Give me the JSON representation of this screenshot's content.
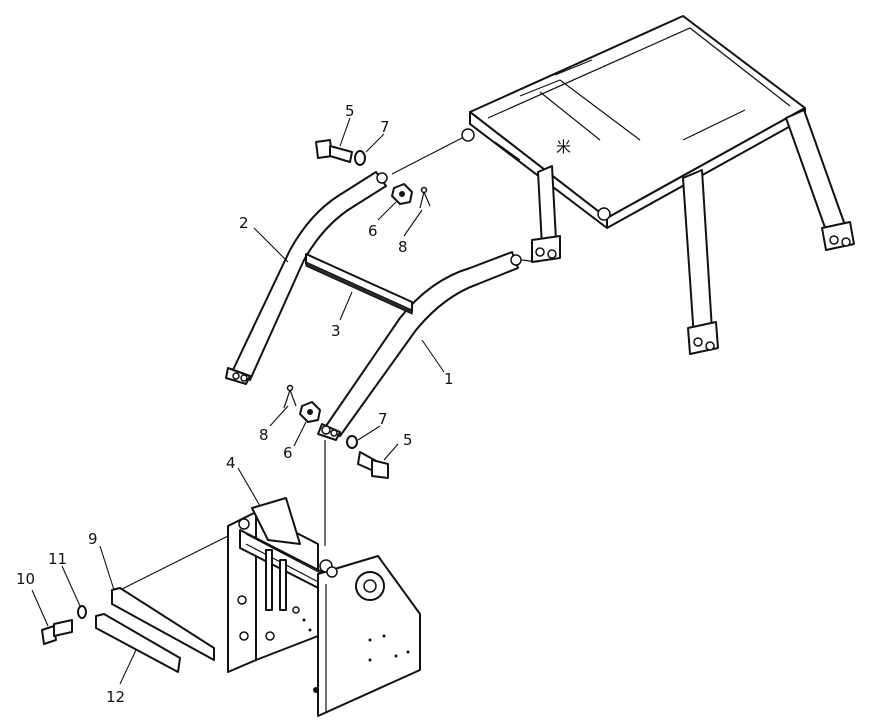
{
  "diagram": {
    "callouts": [
      {
        "id": "c5a",
        "text": "5"
      },
      {
        "id": "c7a",
        "text": "7"
      },
      {
        "id": "c2",
        "text": "2"
      },
      {
        "id": "c6a",
        "text": "6"
      },
      {
        "id": "c8a",
        "text": "8"
      },
      {
        "id": "c3",
        "text": "3"
      },
      {
        "id": "c1",
        "text": "1"
      },
      {
        "id": "c8b",
        "text": "8"
      },
      {
        "id": "c6b",
        "text": "6"
      },
      {
        "id": "c7b",
        "text": "7"
      },
      {
        "id": "c5b",
        "text": "5"
      },
      {
        "id": "c4",
        "text": "4"
      },
      {
        "id": "c9",
        "text": "9"
      },
      {
        "id": "c11",
        "text": "11"
      },
      {
        "id": "c10",
        "text": "10"
      },
      {
        "id": "c12",
        "text": "12"
      }
    ],
    "canopy_mark": "米"
  }
}
